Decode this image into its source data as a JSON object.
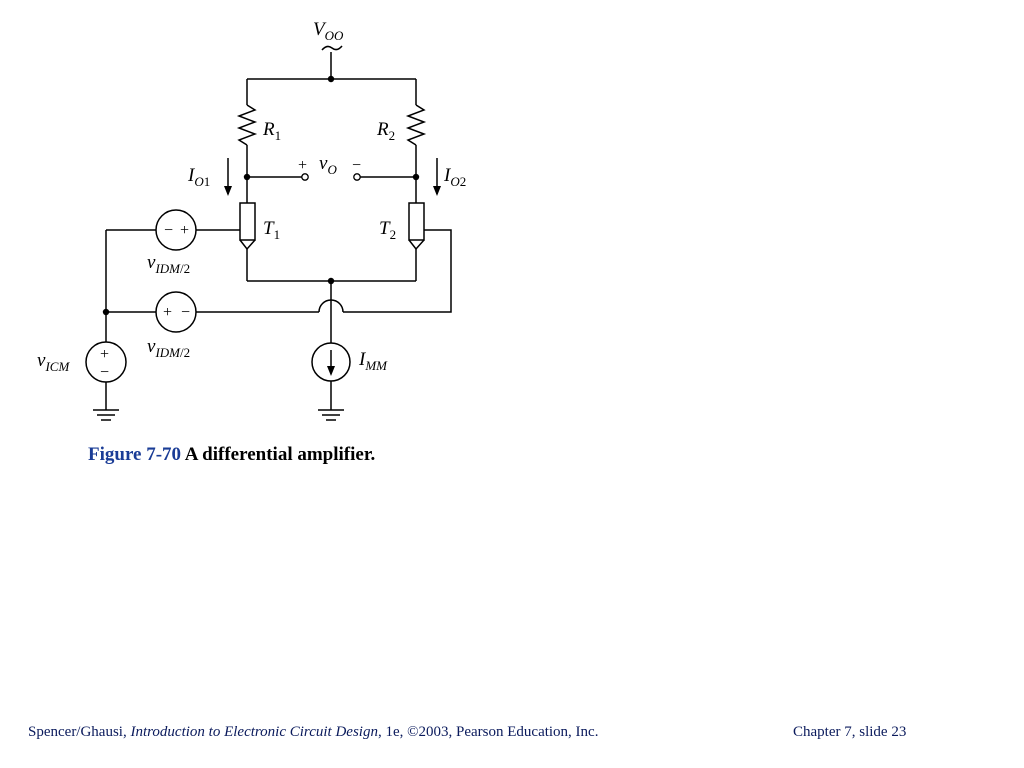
{
  "diagram": {
    "labels": {
      "vdd": "V",
      "vdd_sub": "OO",
      "r1": "R",
      "r1_sub": "1",
      "r2": "R",
      "r2_sub": "2",
      "io1": "I",
      "io1_sub": "O",
      "io1_num": "1",
      "io2": "I",
      "io2_sub": "O",
      "io2_num": "2",
      "vo": "v",
      "vo_sub": "O",
      "vo_plus": "+",
      "vo_minus": "−",
      "t1": "T",
      "t1_sub": "1",
      "t2": "T",
      "t2_sub": "2",
      "vidm_top": "v",
      "vidm_top_sub": "IDM",
      "vidm_top_frac": "/2",
      "vidm_bot": "v",
      "vidm_bot_sub": "IDM",
      "vidm_bot_frac": "/2",
      "vicm": "v",
      "vicm_sub": "ICM",
      "imm": "I",
      "imm_sub": "MM",
      "src_top_left": "−",
      "src_top_right": "+",
      "src_bot_left": "+",
      "src_bot_right": "−",
      "src_icm_top": "+",
      "src_icm_bot": "−"
    }
  },
  "caption": {
    "number": "Figure 7-70",
    "text": " A differential amplifier."
  },
  "footer": {
    "authors": "Spencer/Ghausi, ",
    "book_title": "Introduction to Electronic Circuit Design",
    "publisher": ", 1e, ©2003, Pearson Education, Inc.",
    "slide_ref": "Chapter 7, slide 23"
  }
}
